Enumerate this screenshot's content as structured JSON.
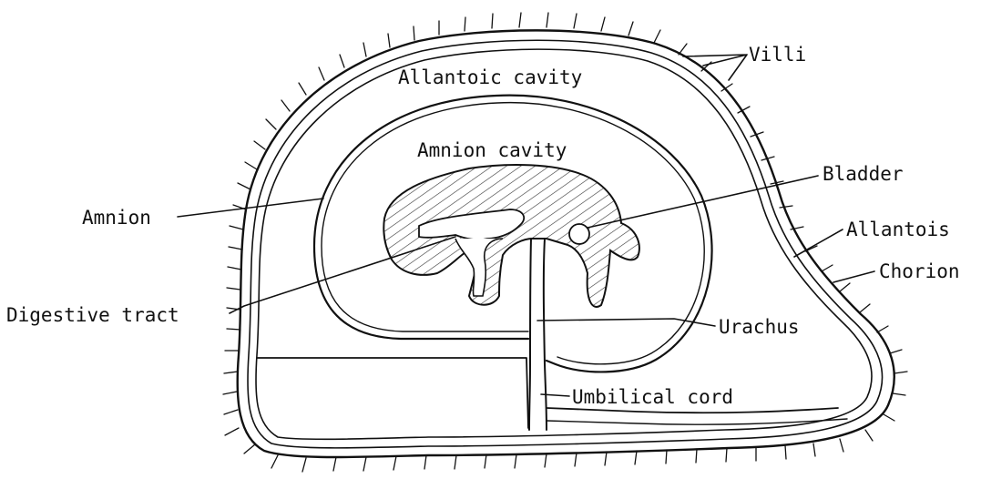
{
  "diagram": {
    "labels": {
      "villi": "Villi",
      "allantoic_cavity": "Allantoic cavity",
      "amnion_cavity": "Amnion cavity",
      "bladder": "Bladder",
      "amnion": "Amnion",
      "allantois": "Allantois",
      "chorion": "Chorion",
      "digestive_tract": "Digestive tract",
      "urachus": "Urachus",
      "umbilical_cord": "Umbilical cord"
    },
    "ink_color": "#111111",
    "background": "#ffffff"
  }
}
